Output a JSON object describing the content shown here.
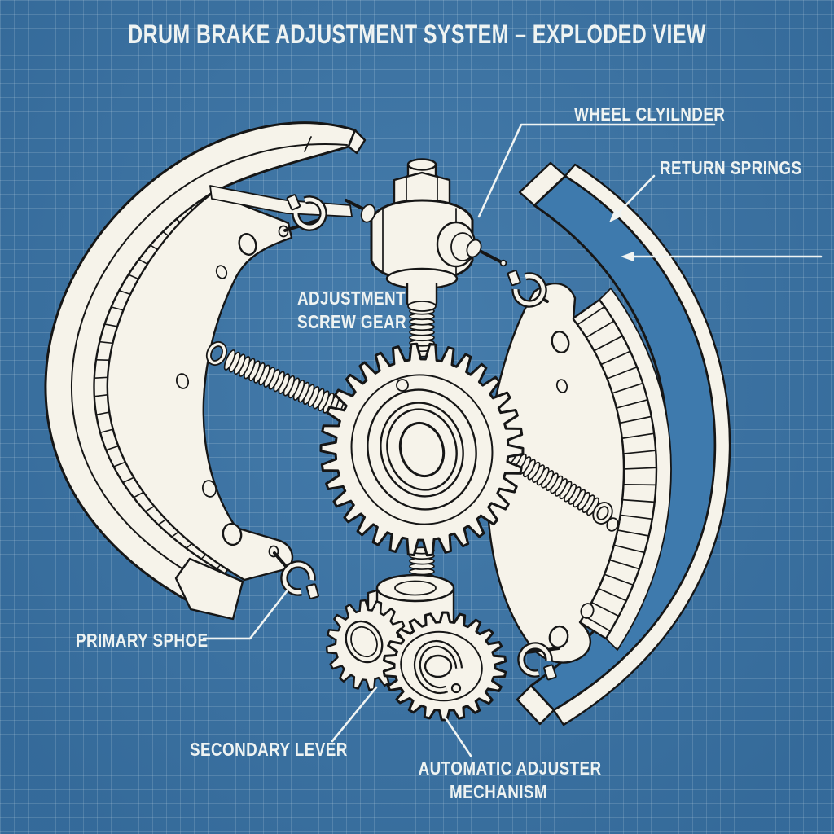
{
  "title": "DRUM BRAKE ADJUSTMENT SYSTEM – EXPLODED VIEW",
  "labels": {
    "wheel_cylinder": "WHEEL CLYILNDER",
    "return_springs": "RETURN SPRINGS",
    "adjustment_screw_gear_line1": "ADJUSTMENT",
    "adjustment_screw_gear_line2": "SCREW GEAR",
    "primary_shoe": "PRIMARY SPHOE",
    "secondary_lever": "SECONDARY LEVER",
    "automatic_adjuster_line1": "AUTOMATIC ADJUSTER",
    "automatic_adjuster_line2": "MECHANISM"
  },
  "colors": {
    "blueprint_background": "#3a74a6",
    "grid_line": "#6f9dc0",
    "paper_white": "#f6f3ea",
    "ink_outline": "#161616",
    "drum_band_blue": "#3e7aad",
    "label_text": "#eef3f2"
  }
}
